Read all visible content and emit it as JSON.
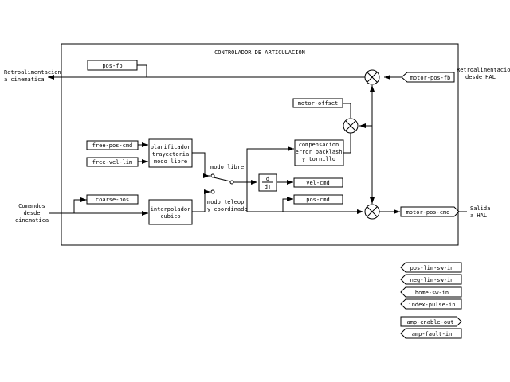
{
  "diagram": {
    "title": "CONTROLADOR DE ARTICULACION",
    "blocks": {
      "pos_fb": "pos-fb",
      "free_pos_cmd": "free-pos-cmd",
      "free_vel_lim": "free-vel-lim",
      "coarse_pos": "coarse-pos",
      "motor_offset": "motor-offset",
      "vel_cmd": "vel-cmd",
      "pos_cmd": "pos-cmd",
      "planner": [
        "planificador",
        "trayectoria",
        "modo libre"
      ],
      "interpolator": [
        "interpolador",
        "cubico"
      ],
      "compensation": [
        "compensacion",
        "error backlash",
        "y tornillo"
      ],
      "derivative_num": "d",
      "derivative_den": "dT"
    },
    "external": {
      "feedback_out": [
        "Retroalimentacion",
        "a cinematica"
      ],
      "feedback_in": [
        "Retroalimentacion",
        "desde HAL"
      ],
      "commands_in": [
        "Comandos",
        "desde",
        "cinematica"
      ],
      "output": [
        "Salida",
        "a HAL"
      ]
    },
    "switch_labels": {
      "free": "modo libre",
      "teleop": [
        "modo teleop",
        "y coordinado"
      ]
    },
    "pins": {
      "motor_pos_fb": "motor-pos-fb",
      "motor_pos_cmd": "motor-pos-cmd",
      "io": [
        "pos-lim-sw-in",
        "neg-lim-sw-in",
        "home-sw-in",
        "index-pulse-in",
        "amp-enable-out",
        "amp-fault-in"
      ]
    }
  }
}
